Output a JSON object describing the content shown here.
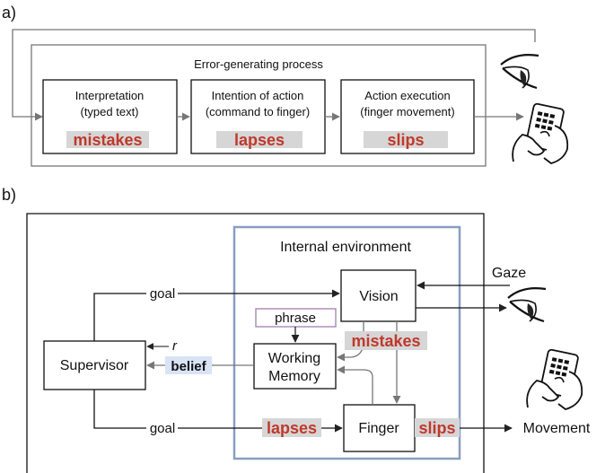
{
  "panel_a": {
    "label": "a)",
    "process_title": "Error-generating process",
    "stages": [
      {
        "title_line1": "Interpretation",
        "title_line2": "(typed text)",
        "error": "mistakes"
      },
      {
        "title_line1": "Intention of action",
        "title_line2": "(command to finger)",
        "error": "lapses"
      },
      {
        "title_line1": "Action execution",
        "title_line2": "(finger movement)",
        "error": "slips"
      }
    ]
  },
  "panel_b": {
    "label": "b)",
    "internal_env_title": "Internal environment",
    "supervisor": "Supervisor",
    "vision": "Vision",
    "phrase": "phrase",
    "working_memory_line1": "Working",
    "working_memory_line2": "Memory",
    "finger": "Finger",
    "goal_top": "goal",
    "goal_bottom": "goal",
    "reward": "r",
    "belief": "belief",
    "gaze": "Gaze",
    "movement": "Movement",
    "error_mistakes": "mistakes",
    "error_lapses": "lapses",
    "error_slips": "slips"
  },
  "colors": {
    "error_text": "#c0392b",
    "error_highlight": "#d6d6d6",
    "belief_highlight": "#d8e4f5",
    "internal_env_border": "#8b9dc3",
    "phrase_border": "#a07fb0",
    "process_border": "#777777"
  },
  "icons": [
    "eye-icon",
    "hand-phone-icon"
  ]
}
